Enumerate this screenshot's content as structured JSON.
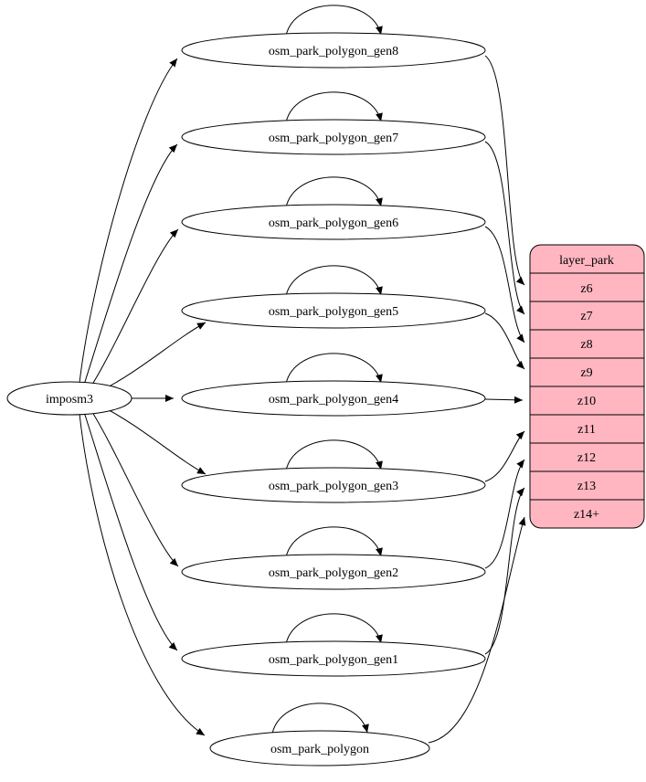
{
  "diagram": {
    "background": "#ffffff",
    "stroke_color": "#000000",
    "source": {
      "label": "imposm3"
    },
    "nodes": [
      {
        "label": "osm_park_polygon_gen8",
        "self_loop": true,
        "zoom_target": "z6"
      },
      {
        "label": "osm_park_polygon_gen7",
        "self_loop": true,
        "zoom_target": "z7"
      },
      {
        "label": "osm_park_polygon_gen6",
        "self_loop": true,
        "zoom_target": "z8"
      },
      {
        "label": "osm_park_polygon_gen5",
        "self_loop": true,
        "zoom_target": "z9"
      },
      {
        "label": "osm_park_polygon_gen4",
        "self_loop": true,
        "zoom_target": "z10"
      },
      {
        "label": "osm_park_polygon_gen3",
        "self_loop": true,
        "zoom_target": "z11"
      },
      {
        "label": "osm_park_polygon_gen2",
        "self_loop": true,
        "zoom_target": "z12"
      },
      {
        "label": "osm_park_polygon_gen1",
        "self_loop": true,
        "zoom_target": "z13"
      },
      {
        "label": "osm_park_polygon",
        "self_loop": true,
        "zoom_target": "z14+"
      }
    ],
    "layer_table": {
      "title": "layer_park",
      "rows": [
        "z6",
        "z7",
        "z8",
        "z9",
        "z10",
        "z11",
        "z12",
        "z13",
        "z14+"
      ],
      "fill": "#ffb6c1"
    }
  }
}
